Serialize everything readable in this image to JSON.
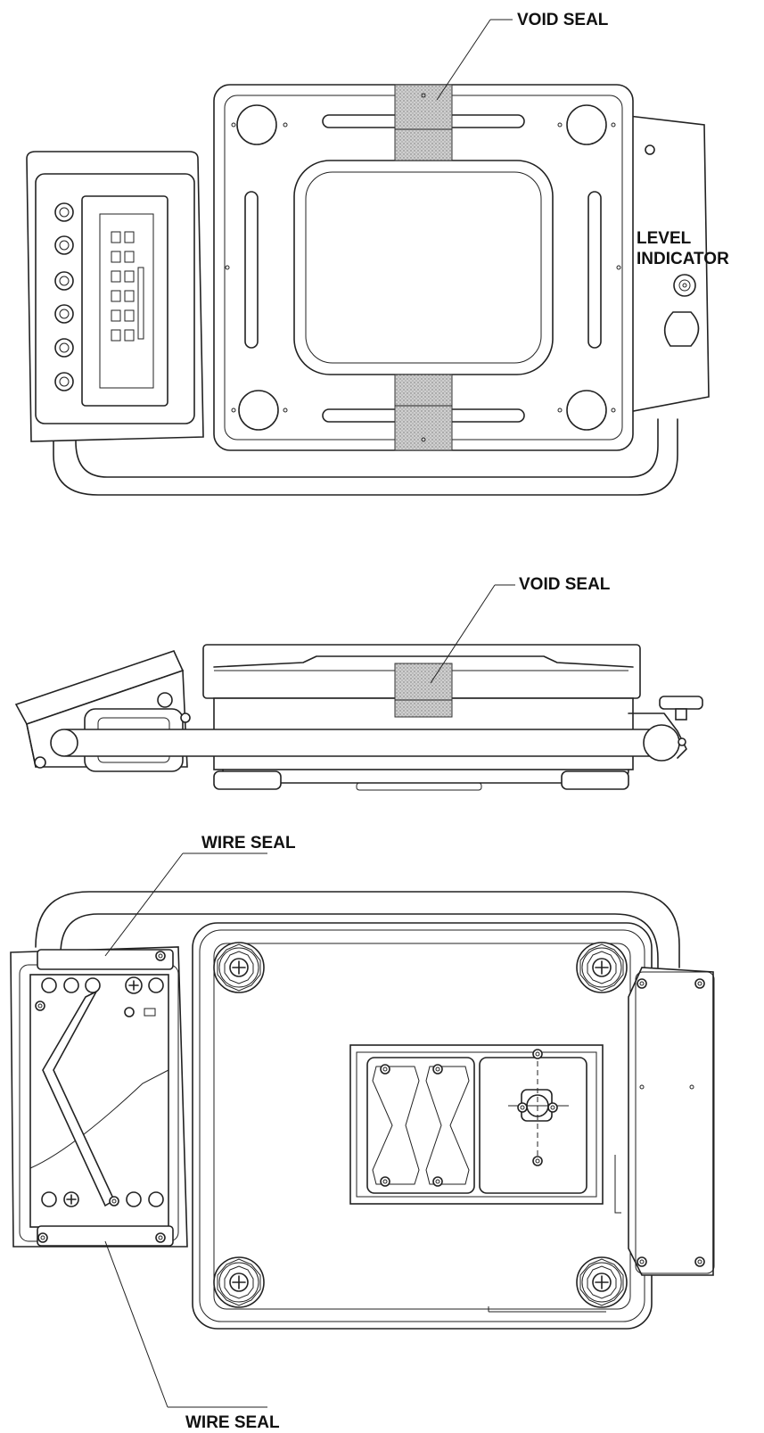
{
  "figure": {
    "top_view": {
      "void_seal_label": "VOID SEAL",
      "level_indicator_label": [
        "LEVEL",
        "INDICATOR"
      ]
    },
    "side_view": {
      "void_seal_label": "VOID SEAL"
    },
    "bottom_view": {
      "wire_seal_top_label": "WIRE SEAL",
      "wire_seal_bottom_label": "WIRE SEAL"
    }
  },
  "colors": {
    "line": "#222222",
    "seal_fill": "#c8c8c8",
    "background": "#ffffff"
  }
}
